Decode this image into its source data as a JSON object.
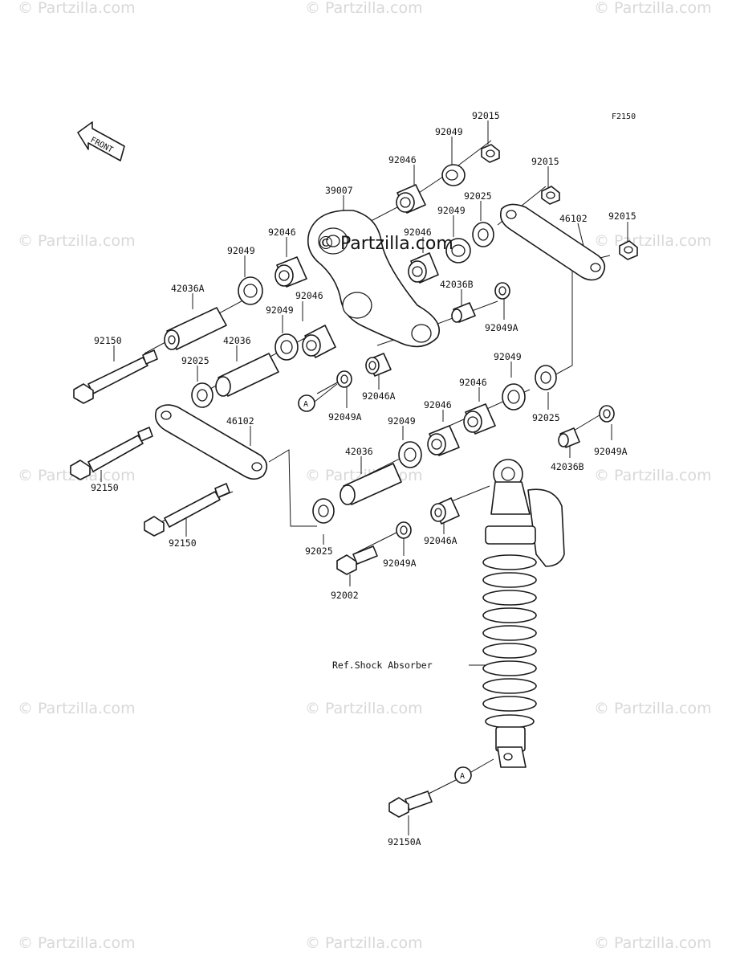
{
  "figure_code": "F2150",
  "watermark_text": "© Partzilla.com",
  "center_watermark": "© Partzilla.com",
  "front_label": "FRONT",
  "ref_label": "Ref.Shock Absorber",
  "circle_ref": "A",
  "labels": {
    "p92015_top": "92015",
    "p92049_top": "92049",
    "p92046_top": "92046",
    "p39007": "39007",
    "p92025_top": "92025",
    "p92015_mid": "92015",
    "p92015_right": "92015",
    "p46102_right": "46102",
    "p92049_mid": "92049",
    "p92046_mid": "92046",
    "p92046_left": "92046",
    "p92049_left": "92049",
    "p42036A": "42036A",
    "p42036B_top": "42036B",
    "p92049A_top": "92049A",
    "p92046_left2": "92046",
    "p92049_left2": "92049",
    "p92150_1": "92150",
    "p42036_1": "42036",
    "p92025_left": "92025",
    "p92049A_mid": "92049A",
    "p92046A_mid": "92046A",
    "p92049_right": "92049",
    "p92046_r1": "92046",
    "p92046_r2": "92046",
    "p92025_right": "92025",
    "p46102_left": "46102",
    "p92049_c": "92049",
    "p42036_2": "42036",
    "p92049A_right": "92049A",
    "p42036B_right": "42036B",
    "p92150_2": "92150",
    "p92150_3": "92150",
    "p92025_low": "92025",
    "p92049A_low": "92049A",
    "p92046A_low": "92046A",
    "p92002": "92002",
    "p92150A": "92150A"
  }
}
